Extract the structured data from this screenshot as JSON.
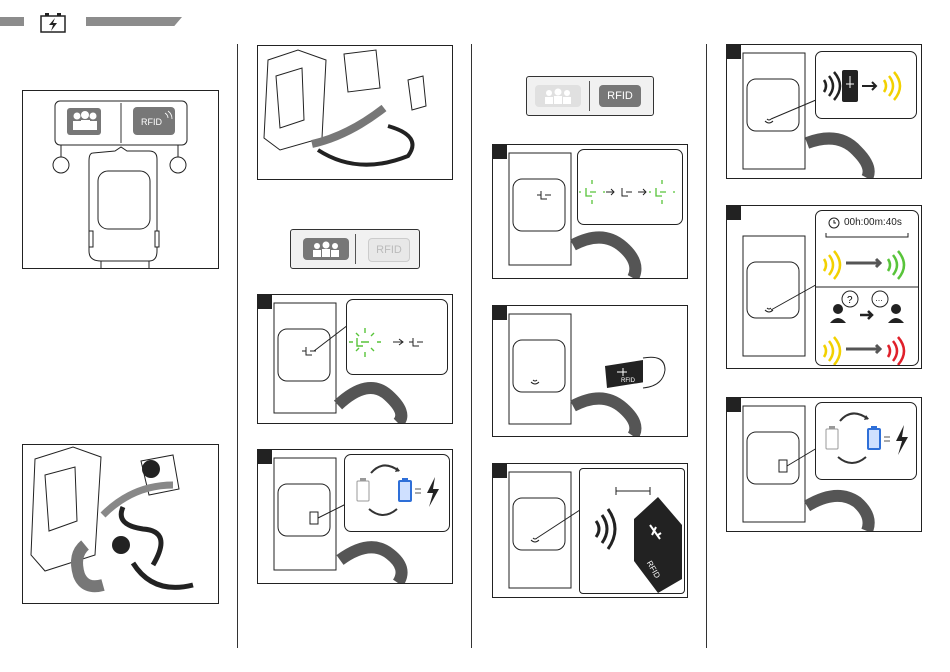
{
  "header": {
    "icon": "battery-bolt-icon"
  },
  "modes": {
    "rfid_label": "RFID",
    "rfid_card_label": "RFID"
  },
  "timer": {
    "value": "00h:00m:40s"
  },
  "status_colors": {
    "green": "#58c43a",
    "yellow": "#f2d100",
    "red": "#e0202a",
    "blue": "#2e6fd8"
  },
  "steps": [
    {
      "id": "plug-in-vehicle-connector"
    },
    {
      "id": "select-mode-group"
    },
    {
      "id": "led-blinking-green-to-ready"
    },
    {
      "id": "battery-charging-loop"
    },
    {
      "id": "select-mode-rfid"
    },
    {
      "id": "led-blinking-wait"
    },
    {
      "id": "present-rfid-card"
    },
    {
      "id": "rfid-read-distance"
    },
    {
      "id": "rfid-authorized-yellow"
    },
    {
      "id": "timeout-status"
    },
    {
      "id": "charging-loop-right"
    }
  ]
}
